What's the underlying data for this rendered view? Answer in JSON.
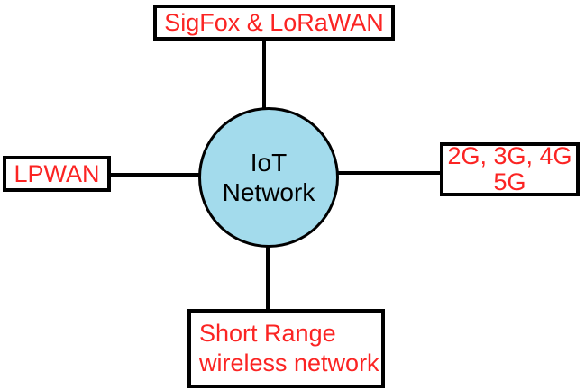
{
  "diagram": {
    "hub": {
      "line1": "IoT",
      "line2": "Network"
    },
    "nodes": {
      "top": {
        "label": "SigFox & LoRaWAN"
      },
      "left": {
        "label": "LPWAN"
      },
      "right": {
        "line1": "2G, 3G, 4G",
        "line2": "5G"
      },
      "bottom": {
        "line1": "Short Range",
        "line2": "wireless network"
      }
    },
    "colors": {
      "node_text": "#fb2423",
      "border": "#000000",
      "hub_fill": "#a3dbec",
      "background": "#ffffff"
    }
  }
}
